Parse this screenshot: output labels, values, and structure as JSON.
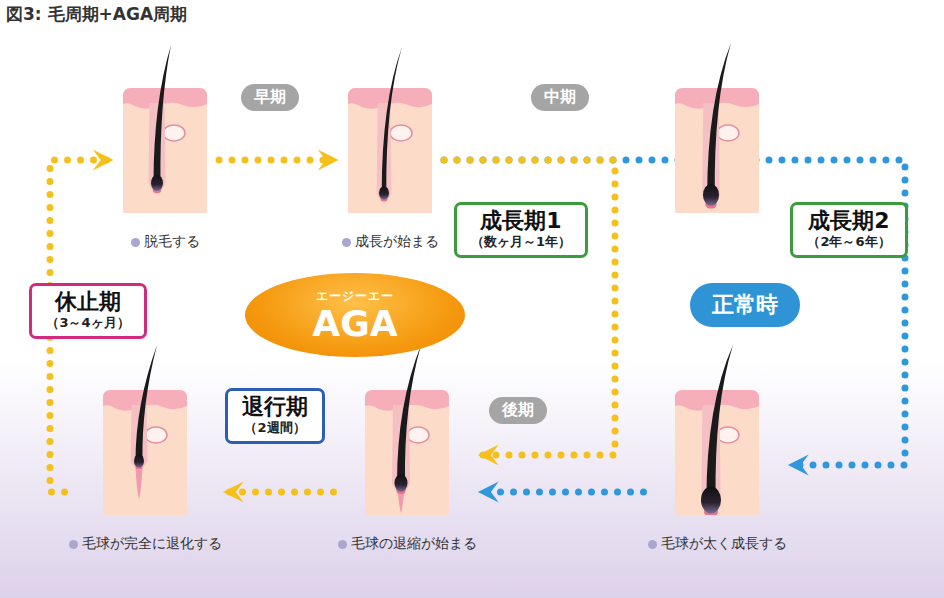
{
  "diagram": {
    "title": "図3: 毛周期+AGA周期",
    "nodes": [
      {
        "text": [
          "脱毛する"
        ]
      },
      {
        "text": [
          "成長が始まる"
        ]
      },
      {
        "text": [
          "毛球が太く成長する"
        ]
      },
      {
        "text": [
          "毛球の退縮が始まる"
        ]
      },
      {
        "text": [
          "毛球が完全に退化する"
        ]
      },
      {
        "text": [
          "早期"
        ]
      },
      {
        "text": [
          "中期"
        ]
      },
      {
        "text": [
          "後期"
        ]
      },
      {
        "text": [
          "成長期1",
          "（数ヶ月～1年）"
        ]
      },
      {
        "text": [
          "成長期2",
          "（2年～6年）"
        ]
      },
      {
        "text": [
          "休止期",
          "（3～4ヶ月）"
        ]
      },
      {
        "text": [
          "退行期",
          "（2週間）"
        ]
      },
      {
        "text": [
          "エージーエー",
          "AGA"
        ]
      },
      {
        "text": [
          "正常時"
        ]
      }
    ],
    "edges": [
      {
        "from": 0,
        "to": 1,
        "arrow": "to"
      },
      {
        "from": 1,
        "to": 2,
        "arrow": "to"
      },
      {
        "from": 1,
        "to": 3,
        "arrow": "to"
      },
      {
        "from": 2,
        "to": 3,
        "arrow": "to"
      },
      {
        "from": 3,
        "to": 4,
        "arrow": "to"
      },
      {
        "from": 4,
        "to": 0,
        "arrow": "to"
      }
    ]
  }
}
